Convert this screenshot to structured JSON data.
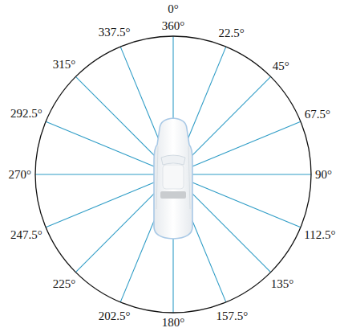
{
  "diagram": {
    "labels": [
      "0°",
      "360°",
      "22.5°",
      "45°",
      "67.5°",
      "90°",
      "112.5°",
      "135°",
      "157.5°",
      "180°",
      "202.5°",
      "225°",
      "247.5°",
      "270°",
      "292.5°",
      "315°",
      "337.5°"
    ]
  }
}
